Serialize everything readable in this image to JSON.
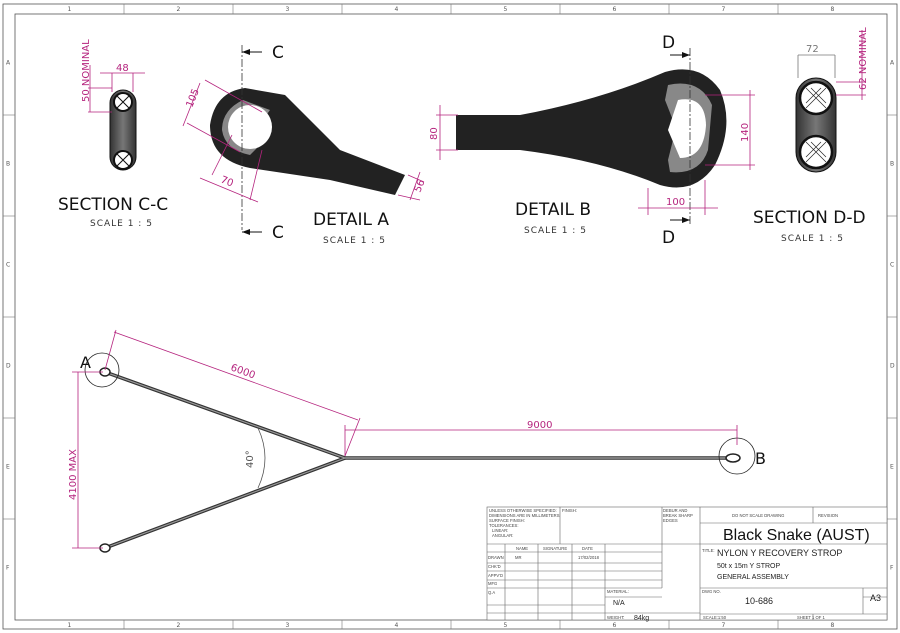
{
  "border": {
    "columns": [
      "1",
      "2",
      "3",
      "4",
      "5",
      "6",
      "7",
      "8"
    ],
    "rows": [
      "A",
      "B",
      "C",
      "D",
      "E",
      "F"
    ]
  },
  "views": {
    "section_cc": {
      "title": "SECTION C-C",
      "scale": "SCALE 1 : 5",
      "dim_width": "48",
      "dim_height": "50 NOMINAL"
    },
    "detail_a": {
      "title": "DETAIL A",
      "scale": "SCALE 1 : 5",
      "dim_outer": "105",
      "dim_inner": "70",
      "dim_tail": "56",
      "section_marker": "C"
    },
    "detail_b": {
      "title": "DETAIL B",
      "scale": "SCALE 1 : 5",
      "dim_tail": "80",
      "dim_height": "140",
      "dim_width": "100",
      "section_marker": "D"
    },
    "section_dd": {
      "title": "SECTION D-D",
      "scale": "SCALE 1 : 5",
      "dim_width": "72",
      "dim_height": "62 NOMINAL"
    },
    "main": {
      "dim_leg": "6000",
      "dim_tail": "9000",
      "dim_spread": "4100 MAX",
      "angle": "40°",
      "detail_a_marker": "A",
      "detail_b_marker": "B"
    }
  },
  "title_block": {
    "notes": [
      "UNLESS OTHERWISE SPECIFIED:",
      "DIMENSIONS ARE IN MILLIMETERS",
      "SURFACE FINISH:",
      "TOLERANCES:",
      "LINEAR:",
      "ANGULAR:"
    ],
    "finish_label": "FINISH:",
    "debur": [
      "DEBUR AND",
      "BREAK SHARP",
      "EDGES"
    ],
    "do_not_scale": "DO NOT SCALE DRAWING",
    "revision_label": "REVISION",
    "company": "Black Snake (AUST)",
    "headers": {
      "name": "NAME",
      "signature": "SIGNATURE",
      "date": "DATE"
    },
    "roles": [
      "DRAWN",
      "CHK'D",
      "APPV'D",
      "MFG",
      "Q.A"
    ],
    "drawn_name": "MR",
    "drawn_date": "17/02/2018",
    "title_label": "TITLE:",
    "title_lines": [
      "NYLON Y RECOVERY STROP",
      "50t x 15m Y STROP",
      "GENERAL ASSEMBLY"
    ],
    "material_label": "MATERIAL:",
    "material": "N/A",
    "weight_label": "WEIGHT:",
    "weight": "84kg",
    "dwg_label": "DWG NO.",
    "dwg_no": "10-686",
    "size": "A3",
    "scale": "SCALE:1:50",
    "sheet": "SHEET 1 OF 1"
  }
}
